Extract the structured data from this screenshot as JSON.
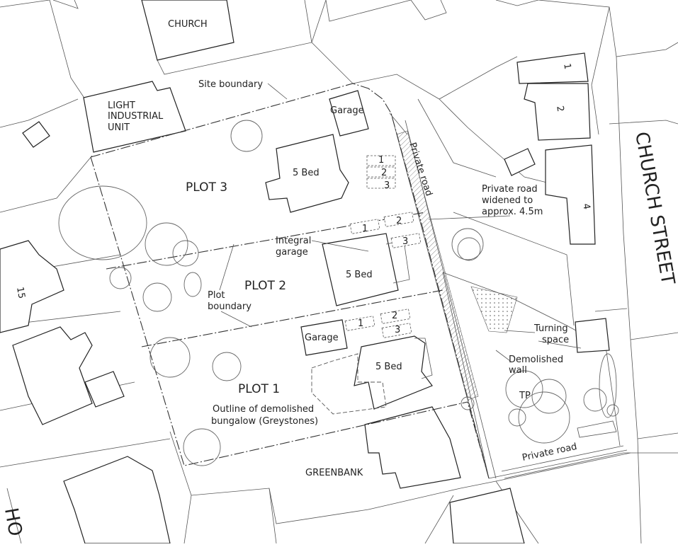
{
  "labels": {
    "church": "CHURCH",
    "light_industrial_l1": "LIGHT",
    "light_industrial_l2": "INDUSTRIAL",
    "light_industrial_l3": "UNIT",
    "site_boundary": "Site boundary",
    "garage": "Garage",
    "five_bed": "5 Bed",
    "plot3": "PLOT 3",
    "plot2": "PLOT 2",
    "plot1": "PLOT 1",
    "integral_garage_l1": "Integral",
    "integral_garage_l2": "garage",
    "plot_boundary_l1": "Plot",
    "plot_boundary_l2": "boundary",
    "outline_demolished_l1": "Outline of demolished",
    "outline_demolished_l2": "bungalow (Greystones)",
    "greenbank": "GREENBANK",
    "private_road": "Private road",
    "private_road_lower": "Private road",
    "private_road_widened_l1": "Private road",
    "private_road_widened_l2": "widened to",
    "private_road_widened_l3": "approx. 4.5m",
    "turning_space_l1": "Turning",
    "turning_space_l2": "space",
    "demolished_wall_l1": "Demolished",
    "demolished_wall_l2": "wall",
    "tp": "TP",
    "church_street": "CHURCH STREET",
    "house_1": "1",
    "house_2": "2",
    "house_4": "4",
    "house_15": "15",
    "partial_road": "HO",
    "space_1": "1",
    "space_2": "2",
    "space_3": "3"
  }
}
